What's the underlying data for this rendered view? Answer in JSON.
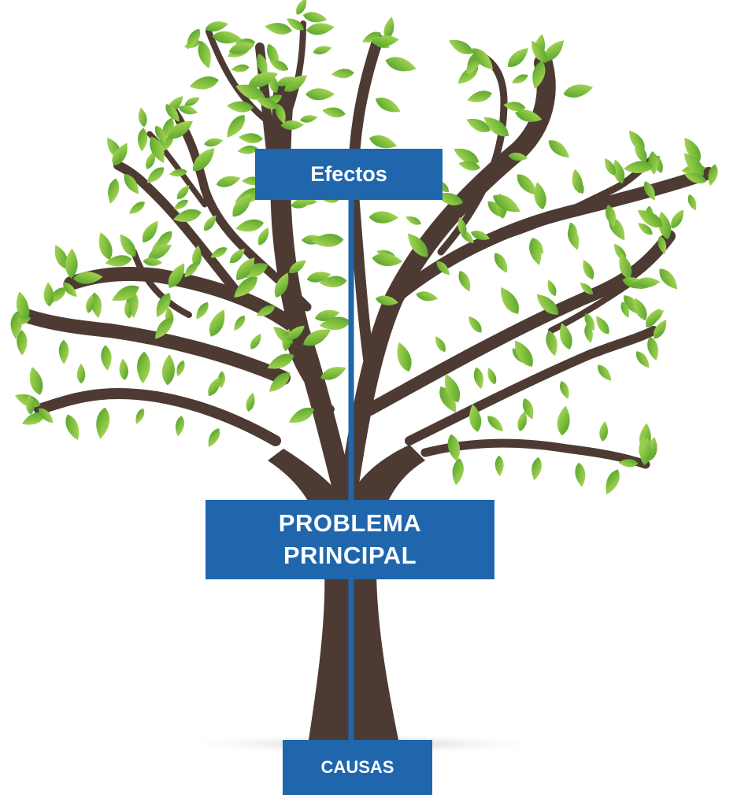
{
  "effects_label": "Efectos",
  "problem_label": [
    "PROBLEMA",
    "PRINCIPAL"
  ],
  "causes_label": "CAUSAS",
  "colors": {
    "box_fill": "#1f66ad",
    "box_text": "#ffffff",
    "trunk": "#4d3b33",
    "leaf_light": "#8dc63f",
    "leaf_dark": "#57a132",
    "axis_line": "#1f66ad"
  }
}
